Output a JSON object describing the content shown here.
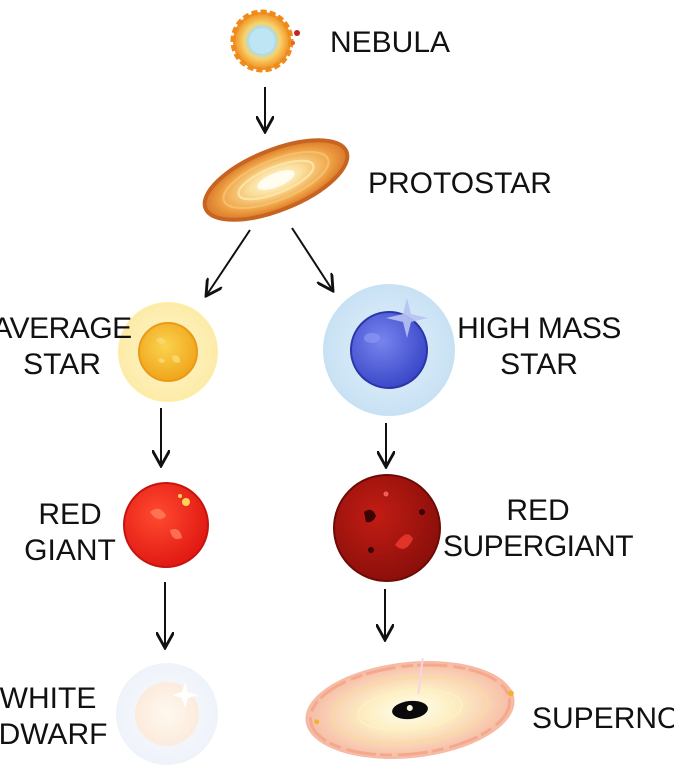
{
  "stages": {
    "nebula": {
      "label": "NEBULA"
    },
    "protostar": {
      "label": "PROTOSTAR"
    },
    "average_star": {
      "line1": "AVERAGE",
      "line2": "STAR"
    },
    "high_mass_star": {
      "line1": "HIGH MASS",
      "line2": "STAR"
    },
    "red_giant": {
      "line1": "RED",
      "line2": "GIANT"
    },
    "red_supergiant": {
      "line1": "RED",
      "line2": "SUPERGIANT"
    },
    "white_dwarf": {
      "line1": "WHITE",
      "line2": "DWARF"
    },
    "supernova": {
      "label": "SUPERNOVA"
    }
  },
  "colors": {
    "arrow": "#111111",
    "nebula_outer": "#ee8a1c",
    "nebula_inner": "#a9dcf0",
    "protostar": "#d9772a",
    "average_star_glow": "#fdf0b4",
    "average_star_core": "#f4b31c",
    "high_mass_glow": "#cfe6f6",
    "high_mass_core": "#4a5ad8",
    "red_giant": "#f0221a",
    "red_supergiant": "#a5150f",
    "white_dwarf_glow": "#f2f6fc",
    "white_dwarf_core": "#fdf2e8",
    "supernova_ring": "#f7c9b0",
    "supernova_center": "#0a0a0a"
  }
}
